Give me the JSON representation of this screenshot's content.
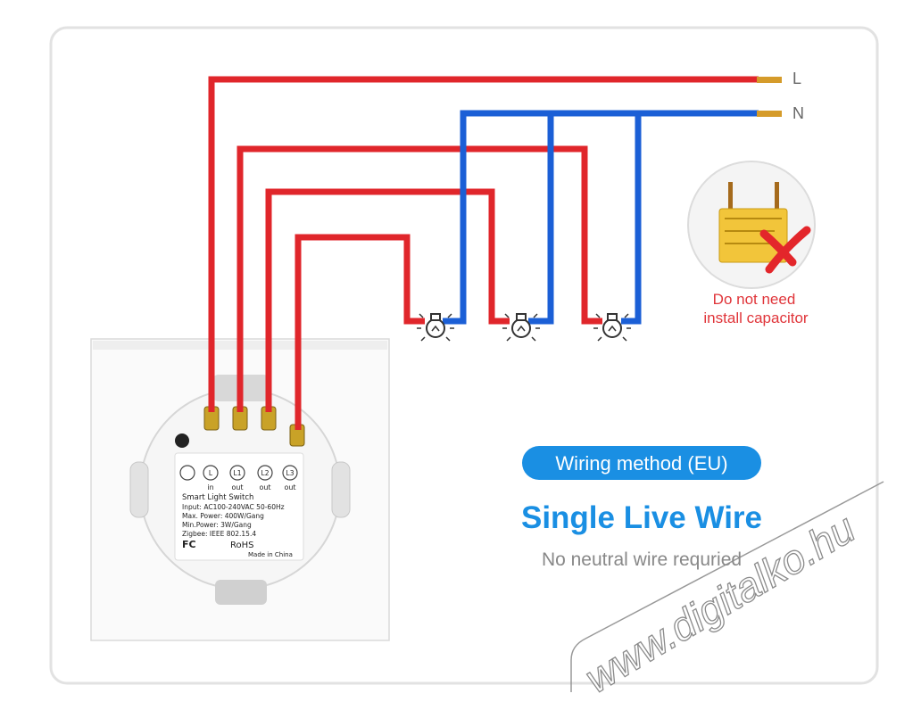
{
  "wire_labels": {
    "live": "L",
    "neutral": "N"
  },
  "capacitor_note": {
    "line1": "Do not need",
    "line2": "install capacitor"
  },
  "switch_terminals": [
    "L",
    "L1",
    "L2",
    "L3"
  ],
  "terminal_sub_labels": [
    "in",
    "out",
    "out",
    "out"
  ],
  "switch_label": {
    "title": "Smart Light Switch",
    "input": "Input: AC100-240VAC 50-60Hz",
    "max_power": "Max. Power: 400W/Gang",
    "min_power": "Min.Power: 3W/Gang",
    "zigbee": "Zigbee: IEEE 802.15.4",
    "cert_fc": "FC",
    "cert_rohs": "RoHS",
    "made_in": "Made in China"
  },
  "method_badge": "Wiring method (EU)",
  "headline": "Single Live Wire",
  "subline": "No neutral wire requried",
  "watermark": "www.digitalko.hu",
  "colors": {
    "live_wire": "#e0262b",
    "neutral_wire": "#1b5fd6",
    "badge_bg": "#1a8fe3",
    "headline": "#1a8fe3",
    "note": "#e0353a",
    "subline": "#888888",
    "frame": "#e2e2e2"
  }
}
